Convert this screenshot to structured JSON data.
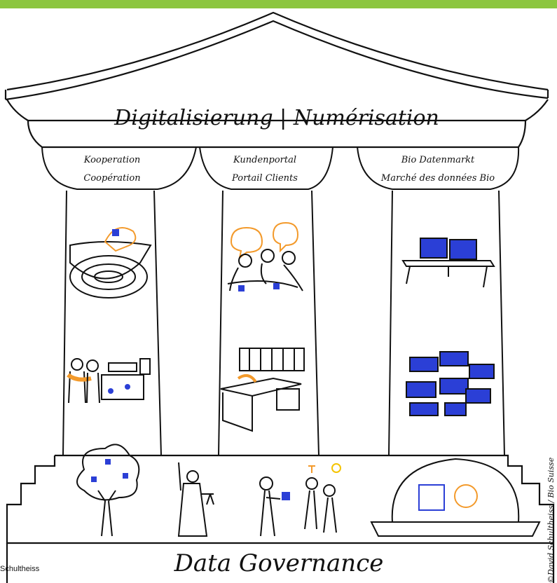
{
  "roof_title": "Digitalisierung | Numérisation",
  "pillars": [
    {
      "line1": "Kooperation",
      "line2": "Coopération"
    },
    {
      "line1": "Kundenportal",
      "line2": "Portail Clients"
    },
    {
      "line1": "Bio Datenmarkt",
      "line2": "Marché des données Bio"
    }
  ],
  "foundation_label": "Data Governance",
  "credit_left": "Schultheiss",
  "credit_right": "©David Schultheiss / Bio Suisse",
  "colors": {
    "accent_orange": "#f39a2b",
    "accent_blue": "#2b3fd6",
    "top_bar": "#8cc63f"
  },
  "icons": [
    "roundtable-icon",
    "farmer-meeting-icon",
    "people-chat-icon",
    "kitchen-icon",
    "computer-desk-icon",
    "server-racks-icon",
    "tree-icon",
    "justice-icon",
    "people-exchange-icon",
    "helmet-security-icon"
  ]
}
